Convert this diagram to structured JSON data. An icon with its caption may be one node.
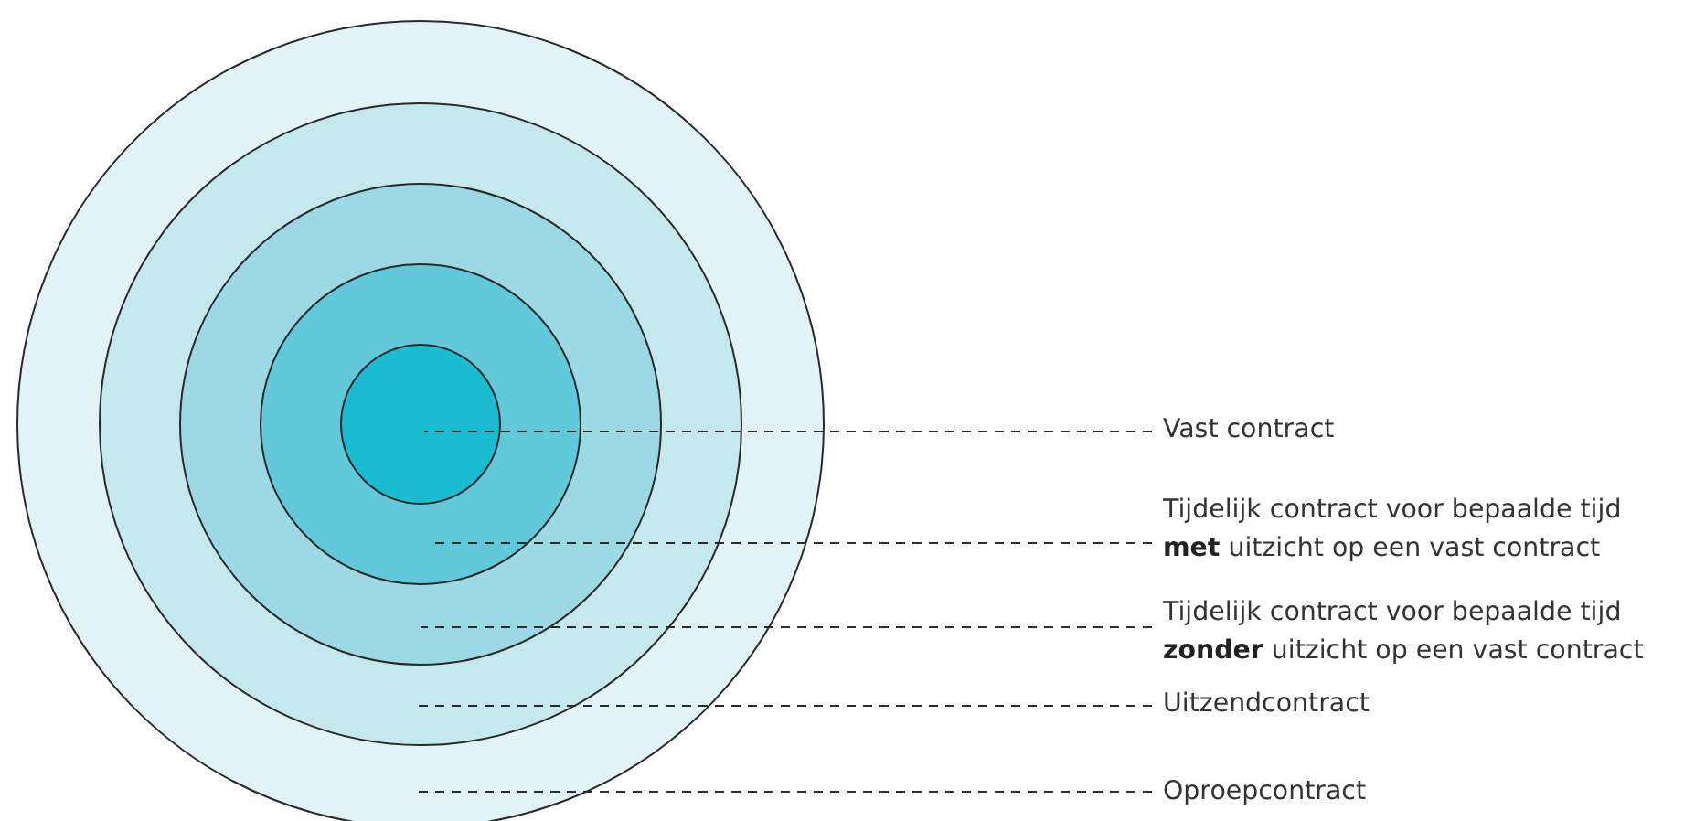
{
  "diagram": {
    "nodes": [
      {
        "text": [],
        "shape": "circle"
      },
      {
        "text": [],
        "shape": "circle",
        "in": 0
      },
      {
        "text": [],
        "shape": "circle",
        "in": 1
      },
      {
        "text": [],
        "shape": "circle",
        "in": 2
      },
      {
        "text": [],
        "shape": "circle",
        "in": 3
      },
      {
        "text": [
          "Vast contract"
        ]
      },
      {
        "text": [
          "Tijdelijk contract voor bepaalde tijd **met** uitzicht op een vast contract"
        ]
      },
      {
        "text": [
          "Tijdelijk contract voor bepaalde tijd **zonder** uitzicht op een vast contract"
        ]
      },
      {
        "text": [
          "Uitzendcontract"
        ]
      },
      {
        "text": [
          "Oproepcontract"
        ]
      }
    ],
    "edges": [
      {
        "from": 5,
        "to": 4,
        "arrow": "none",
        "style": "dashed"
      },
      {
        "from": 6,
        "to": 3,
        "arrow": "none",
        "style": "dashed"
      },
      {
        "from": 7,
        "to": 2,
        "arrow": "none",
        "style": "dashed"
      },
      {
        "from": 8,
        "to": 1,
        "arrow": "none",
        "style": "dashed"
      },
      {
        "from": 9,
        "to": 0,
        "arrow": "none",
        "style": "dashed"
      }
    ]
  }
}
